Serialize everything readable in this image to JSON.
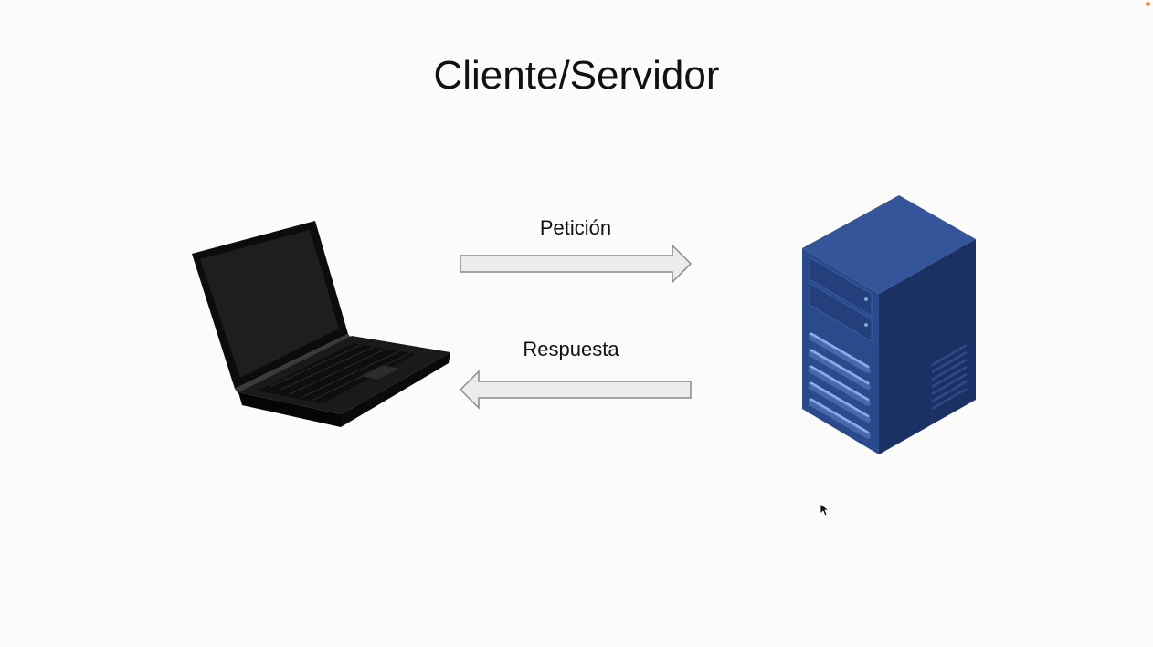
{
  "slide": {
    "title": "Cliente/Servidor"
  },
  "diagram": {
    "request_label": "Petición",
    "response_label": "Respuesta",
    "client_icon": "laptop-icon",
    "server_icon": "server-rack-icon"
  },
  "colors": {
    "background": "#fbfbf9",
    "arrow_fill": "#ececea",
    "arrow_stroke": "#8a8a8a",
    "server_front": "#2b4a8c",
    "server_side": "#1c3163",
    "server_top": "#34559a",
    "laptop_body": "#111111",
    "corner_dot": "#f08a3c"
  }
}
